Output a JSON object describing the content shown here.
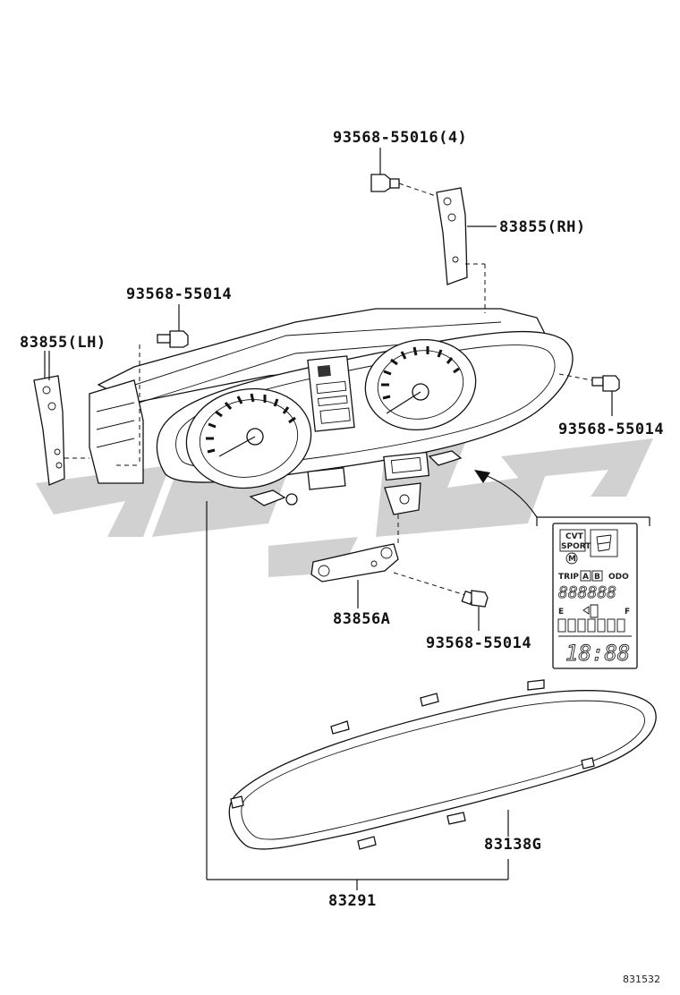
{
  "labels": {
    "bolt_top": "93568-55016(4)",
    "bracket_rh": "83855(RH)",
    "bolt_left": "93568-55014",
    "bracket_lh": "83855(LH)",
    "bolt_right": "93568-55014",
    "bracket_bottom": "83856A",
    "bolt_bottom": "93568-55014",
    "lens": "83138G",
    "assembly": "83291",
    "figure_id": "831532"
  },
  "display_inset": {
    "cvt": "CVT",
    "sport": "SPORT",
    "mode": "M",
    "trip": "TRIP",
    "trip_a": "A",
    "trip_b": "B",
    "odo": "ODO",
    "odometer": "888888",
    "fuel_empty": "E",
    "fuel_full": "F",
    "clock": "18:88"
  },
  "watermark": {
    "color": "#c9c9c9"
  }
}
